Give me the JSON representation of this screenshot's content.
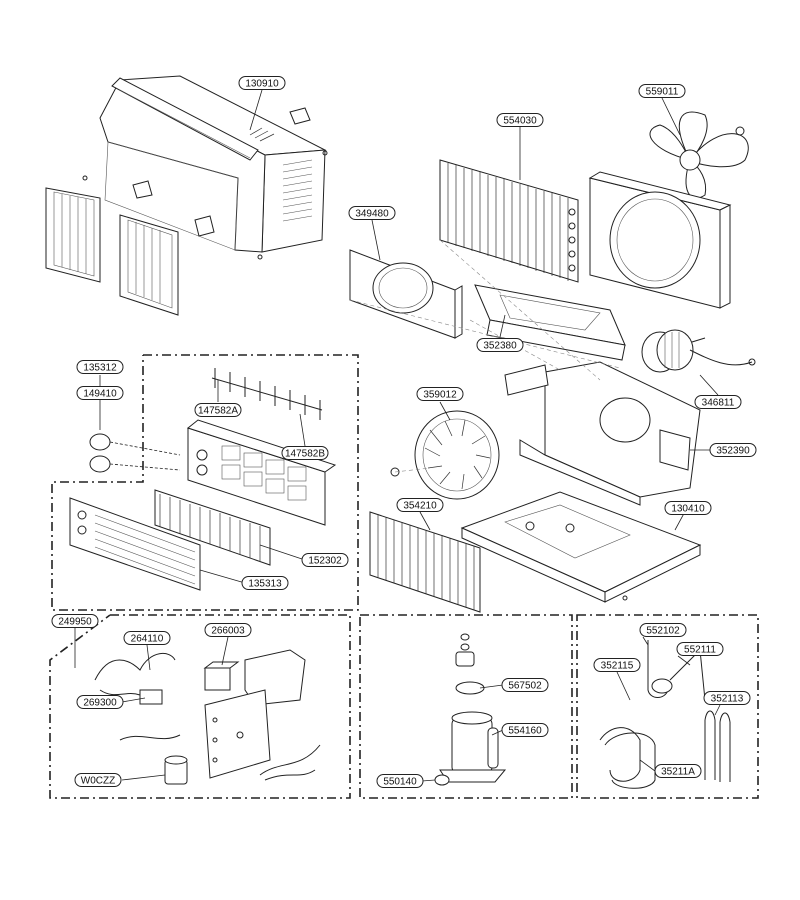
{
  "parts": {
    "p130910": "130910",
    "p559011": "559011",
    "p554030": "554030",
    "p349480": "349480",
    "p352380": "352380",
    "p346811": "346811",
    "p135312": "135312",
    "p149410": "149410",
    "p147582a": "147582A",
    "p147582b": "147582B",
    "p359012": "359012",
    "p352390": "352390",
    "p354210": "354210",
    "p130410": "130410",
    "p152302": "152302",
    "p135313": "135313",
    "p249950": "249950",
    "p264110": "264110",
    "p266003": "266003",
    "p269300": "269300",
    "pw0czz": "W0CZZ",
    "p567502": "567502",
    "p554160": "554160",
    "p550140": "550140",
    "p552102": "552102",
    "p552111": "552111",
    "p352115": "352115",
    "p352113": "352113",
    "p35211a": "35211A"
  }
}
